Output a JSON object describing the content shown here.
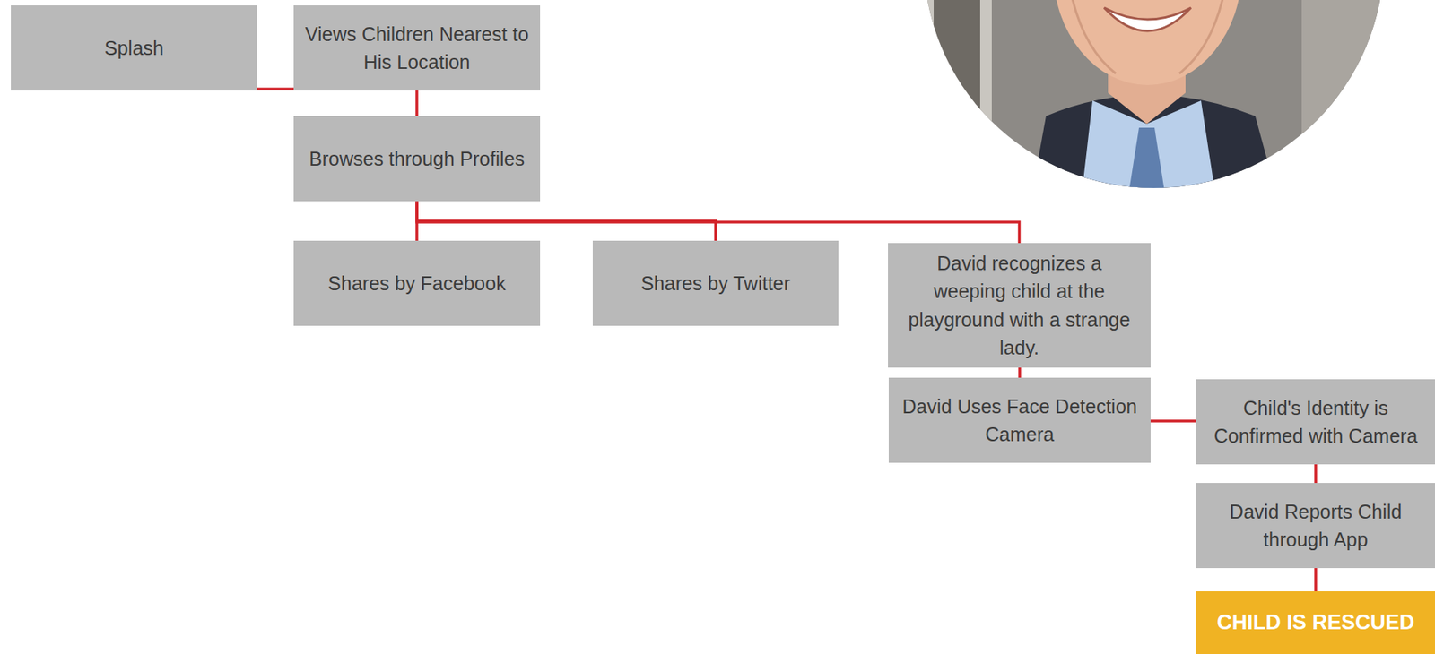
{
  "diagram": {
    "nodes": [
      {
        "text": [
          "Splash"
        ]
      },
      {
        "text": [
          "Views Children Nearest to His Location"
        ]
      },
      {
        "text": [
          "Browses through Profiles"
        ]
      },
      {
        "text": [
          "Shares by Facebook"
        ]
      },
      {
        "text": [
          "Shares by Twitter"
        ]
      },
      {
        "text": [
          "David recognizes a weeping child at the playground with a strange lady."
        ]
      },
      {
        "text": [
          "David Uses Face Detection Camera"
        ]
      },
      {
        "text": [
          "Child's Identity is Confirmed with Camera"
        ]
      },
      {
        "text": [
          "David Reports Child through App"
        ]
      },
      {
        "text": [
          "CHILD IS RESCUED"
        ]
      }
    ],
    "edges": [
      {
        "from": 0,
        "to": 1,
        "arrow": "none"
      },
      {
        "from": 1,
        "to": 2,
        "arrow": "none"
      },
      {
        "from": 2,
        "to": 3,
        "arrow": "none"
      },
      {
        "from": 2,
        "to": 4,
        "arrow": "none"
      },
      {
        "from": 2,
        "to": 5,
        "arrow": "none"
      },
      {
        "from": 5,
        "to": 6,
        "arrow": "none"
      },
      {
        "from": 6,
        "to": 7,
        "arrow": "none"
      },
      {
        "from": 7,
        "to": 8,
        "arrow": "none"
      },
      {
        "from": 8,
        "to": 9,
        "arrow": "none"
      }
    ]
  }
}
